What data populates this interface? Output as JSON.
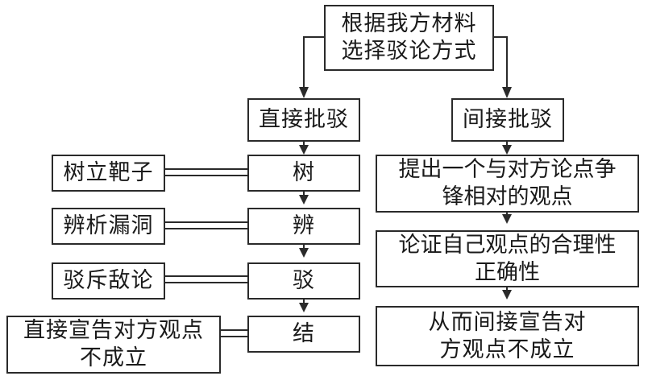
{
  "diagram": {
    "root": {
      "text": "根据我方材料\n选择驳论方式"
    },
    "branches": {
      "direct": {
        "label": "直接批驳",
        "steps": [
          {
            "key": "树",
            "description": "树立靶子"
          },
          {
            "key": "辨",
            "description": "辨析漏洞"
          },
          {
            "key": "驳",
            "description": "驳斥敌论"
          },
          {
            "key": "结",
            "description": "直接宣告对方观点\n不成立"
          }
        ]
      },
      "indirect": {
        "label": "间接批驳",
        "steps": [
          {
            "text": "提出一个与对方论点争\n锋相对的观点"
          },
          {
            "text": "论证自己观点的合理性\n正确性"
          },
          {
            "text": "从而间接宣告对\n方观点不成立"
          }
        ]
      }
    }
  }
}
